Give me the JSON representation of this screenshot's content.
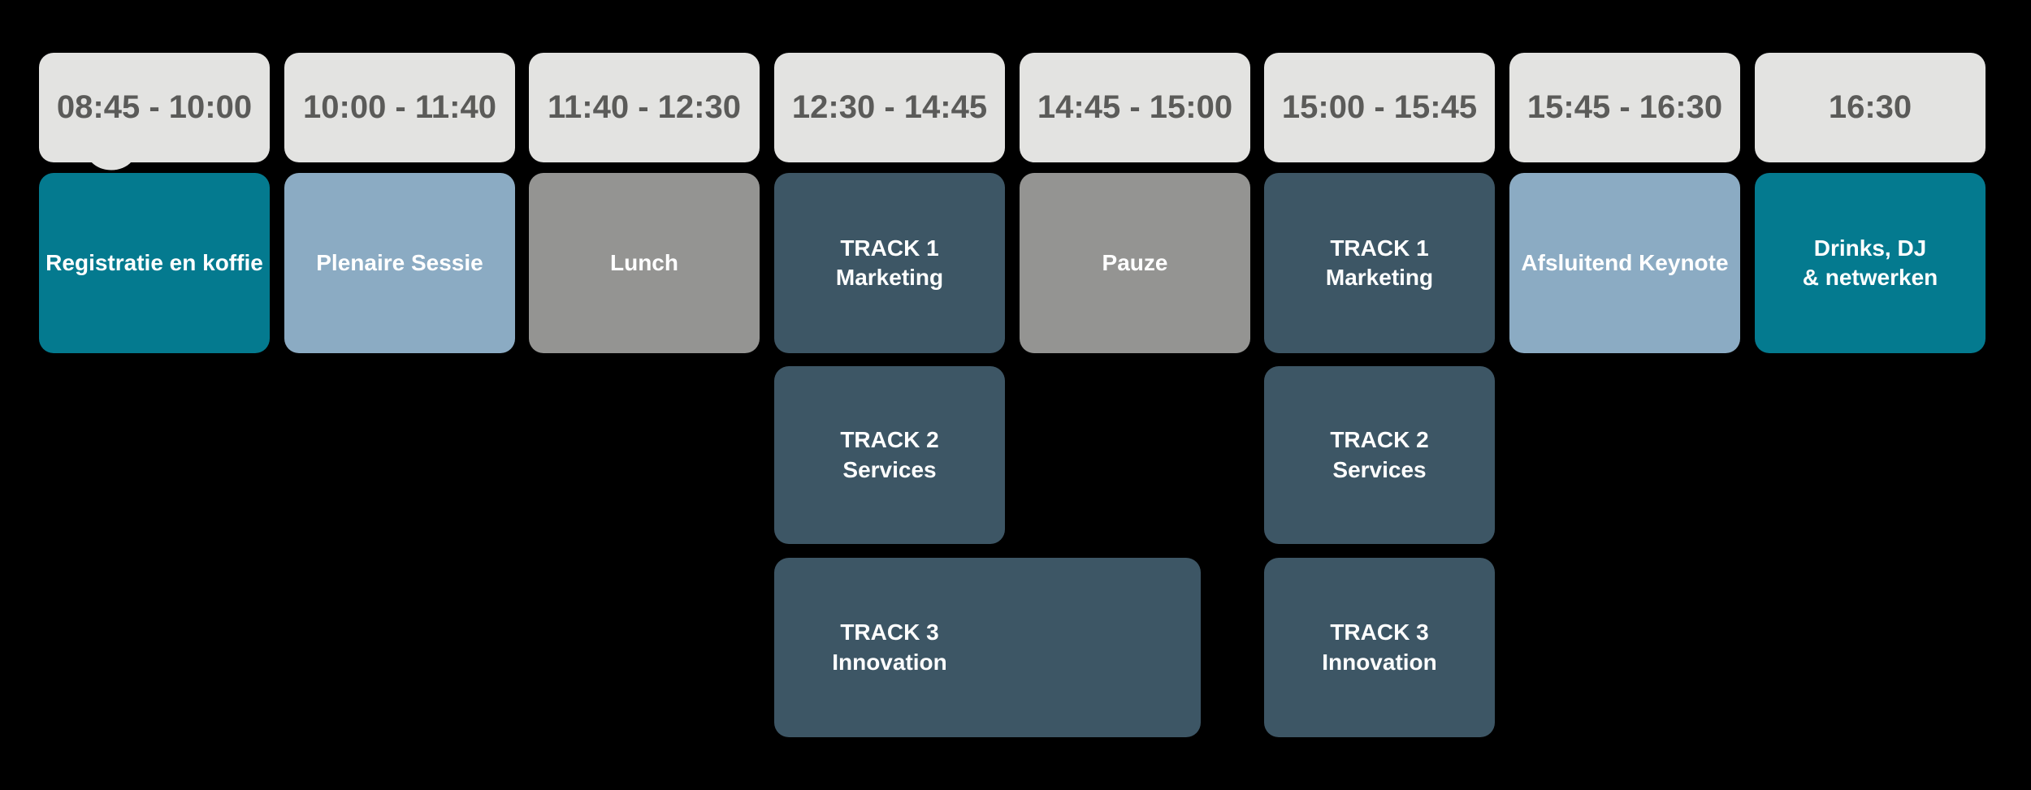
{
  "page": {
    "background": "#000000"
  },
  "colors": {
    "timeslot-bg": "#E3E3E1",
    "timeslot-text": "#5B5B59",
    "teal": "#047A8F",
    "lightblue": "#8BABC3",
    "gray": "#949492",
    "slate": "#3D5665",
    "session-text": "#FFFFFF"
  },
  "schedule": {
    "timeslots": [
      {
        "label": "08:45 - 10:00"
      },
      {
        "label": "10:00 - 11:40"
      },
      {
        "label": "11:40 - 12:30"
      },
      {
        "label": "12:30 - 14:45"
      },
      {
        "label": "14:45 - 15:00"
      },
      {
        "label": "15:00 - 15:45"
      },
      {
        "label": "15:45 - 16:30"
      },
      {
        "label": "16:30"
      }
    ],
    "sessions": [
      {
        "timeslot": "08:45 - 10:00",
        "color": "teal",
        "lines": [
          "Registratie en koffie"
        ]
      },
      {
        "timeslot": "10:00 - 11:40",
        "color": "lightblue",
        "lines": [
          "Plenaire Sessie"
        ]
      },
      {
        "timeslot": "11:40 - 12:30",
        "color": "gray",
        "lines": [
          "Lunch"
        ]
      },
      {
        "timeslot": "12:30 - 14:45",
        "color": "slate",
        "lines": [
          "TRACK 1",
          "Marketing"
        ]
      },
      {
        "timeslot": "12:30 - 14:45",
        "color": "slate",
        "lines": [
          "TRACK 2",
          "Services"
        ]
      },
      {
        "timeslot": "12:30 - 14:45",
        "color": "slate",
        "lines": [
          "TRACK 3",
          "Innovation"
        ]
      },
      {
        "timeslot": "14:45 - 15:00",
        "color": "gray",
        "lines": [
          "Pauze"
        ]
      },
      {
        "timeslot": "15:00 - 15:45",
        "color": "slate",
        "lines": [
          "TRACK 1",
          "Marketing"
        ]
      },
      {
        "timeslot": "15:00 - 15:45",
        "color": "slate",
        "lines": [
          "TRACK 2",
          "Services"
        ]
      },
      {
        "timeslot": "15:00 - 15:45",
        "color": "slate",
        "lines": [
          "TRACK 3",
          "Innovation"
        ]
      },
      {
        "timeslot": "15:45 - 16:30",
        "color": "lightblue",
        "lines": [
          "Afsluitend Keynote"
        ]
      },
      {
        "timeslot": "16:30",
        "color": "teal",
        "lines": [
          "Drinks, DJ",
          "& netwerken"
        ]
      }
    ]
  }
}
